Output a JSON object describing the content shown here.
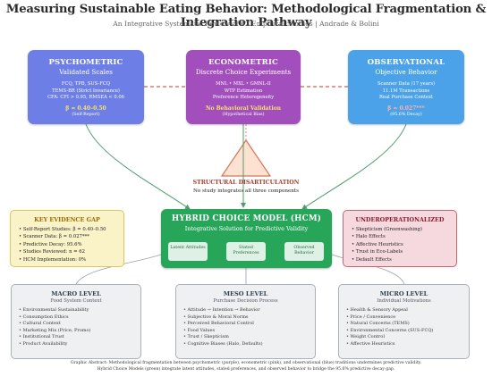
{
  "title": "Measuring Sustainable Eating Behavior: Methodological Fragmentation & Integration Pathway",
  "subtitle": "An Integrative Systematic Review of 62 Empirical Studies | Andrade & Bolini",
  "psychometric": {
    "heading": "PSYCHOMETRIC",
    "subheading": "Validated Scales",
    "items": [
      "FCQ, TPB, SUS-FCQ",
      "TEMS-BR (Strict Invariance)",
      "CFA: CFI > 0.95, RMSEA < 0.06"
    ],
    "highlight": "β ≈ 0.40–0.50",
    "note": "(Self-Report)"
  },
  "econometric": {
    "heading": "ECONOMETRIC",
    "subheading": "Discrete Choice Experiments",
    "items": [
      "MNL • MXL • GMNL-II",
      "WTP Estimation",
      "Preference Heterogeneity"
    ],
    "highlight": "No Behavioral Validation",
    "note": "(Hypothetical Bias)"
  },
  "observational": {
    "heading": "OBSERVATIONAL",
    "subheading": "Objective Behavior",
    "items": [
      "Scanner Data (17 years)",
      "11.1M Transactions",
      "Real Purchase Context"
    ],
    "highlight": "β = 0.027***",
    "note": "(95.6% Decay)"
  },
  "disarticulation": {
    "label": "STRUCTURAL DISARTICULATION",
    "note": "No study integrates all three components"
  },
  "key_gap": {
    "heading": "KEY EVIDENCE GAP",
    "items": [
      "Self-Report Studies: β = 0.40–0.50",
      "Scanner Data: β = 0.027***",
      "Predictive Decay: 95.6%",
      "Studies Reviewed: n = 62",
      "HCM Implementation: 0%"
    ]
  },
  "hcm": {
    "heading": "HYBRID CHOICE MODEL (HCM)",
    "subheading": "Integrative Solution for Predictive Validity",
    "pills": [
      "Latent Attitudes",
      "Stated Preferences",
      "Observed Behavior"
    ]
  },
  "underop": {
    "heading": "UNDEROPERATIONALIZED",
    "items": [
      "Skepticism (Greenwashing)",
      "Halo Effects",
      "Affective Heuristics",
      "Trust in Eco-Labels",
      "Default Effects"
    ]
  },
  "macro": {
    "heading": "MACRO LEVEL",
    "subheading": "Food System Context",
    "items": [
      "Environmental Sustainability",
      "Consumption Ethics",
      "Cultural Context",
      "Marketing Mix (Price, Promo)",
      "Institutional Trust",
      "Product Availability"
    ]
  },
  "meso": {
    "heading": "MESO LEVEL",
    "subheading": "Purchase Decision Process",
    "items": [
      "Attitude → Intention → Behavior",
      "Subjective & Moral Norms",
      "Perceived Behavioral Control",
      "Food Values",
      "Trust / Skepticism",
      "Cognitive Biases (Halo, Defaults)"
    ]
  },
  "micro": {
    "heading": "MICRO LEVEL",
    "subheading": "Individual Motivations",
    "items": [
      "Health & Sensory Appeal",
      "Price / Convenience",
      "Natural Concerns (TEMS)",
      "Environmental Concerns (SUS-FCQ)",
      "Weight Control",
      "Affective Heuristics"
    ]
  },
  "caption": [
    "Graphic Abstract: Methodological fragmentation between psychometric (purple), econometric (pink), and observational (blue) traditions undermines predictive validity.",
    "Hybrid Choice Models (green) integrate latent attitudes, stated preferences, and observed behavior to bridge the 95.6% predictive decay gap."
  ],
  "colors": {
    "psychometric": "#6d7ee6",
    "econometric": "#a24fbd",
    "observational": "#4ba2e8",
    "hcm": "#27a65a",
    "disarticulation": "#c0392b",
    "key_gap_bg": "#fbf3c8",
    "underop_bg": "#f6d9de",
    "level_bg": "#eef0f2"
  }
}
